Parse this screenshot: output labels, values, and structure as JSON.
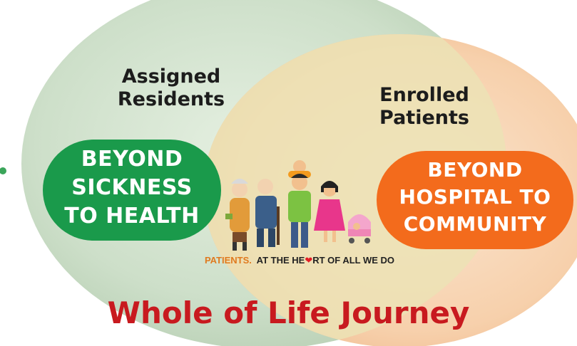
{
  "left_circle": {
    "heading_line1": "Assigned",
    "heading_line2": "Residents",
    "pill_line1": "BEYOND",
    "pill_line2": "SICKNESS",
    "pill_line3": "TO HEALTH",
    "pill_color": "#1a9a4b"
  },
  "right_circle": {
    "heading_line1": "Enrolled",
    "heading_line2": "Patients",
    "pill_line1": "BEYOND",
    "pill_line2": "HOSPITAL TO",
    "pill_line3": "COMMUNITY",
    "pill_color": "#f36b1c"
  },
  "tagline": {
    "part1": "PATIENTS.",
    "part2": "AT THE HE",
    "heart": "❤",
    "part3": "RT OF ALL WE DO"
  },
  "title": "Whole of Life Journey",
  "colors": {
    "left_circle": "#cfe0cc",
    "right_circle": "#f6c9a0",
    "overlap": "#e9ddb0",
    "title": "#c81a1f"
  },
  "icons": [
    "family-illustration-icon",
    "heart-icon",
    "bullet-dot-icon"
  ]
}
